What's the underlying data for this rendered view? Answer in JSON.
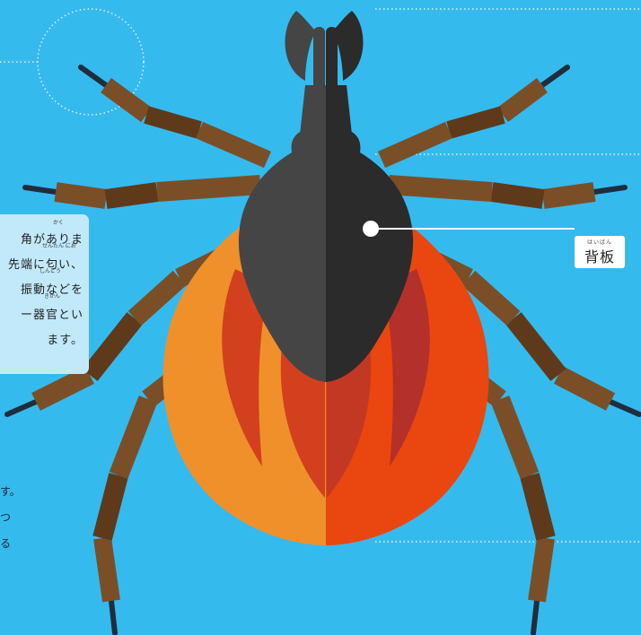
{
  "info_box": {
    "lines": [
      {
        "text": "角がありま",
        "ruby": "かく"
      },
      {
        "text": "先端に匂い、",
        "ruby": "せんたん  にお"
      },
      {
        "text": "振動などを",
        "ruby": "しんどう"
      },
      {
        "text": "ー器官とい",
        "ruby": "きかん"
      },
      {
        "text": "ます。",
        "ruby": ""
      }
    ]
  },
  "label": {
    "ruby": "はいばん",
    "text": "背板"
  },
  "side_text": {
    "lines": [
      "す。",
      "つ",
      "る"
    ]
  },
  "colors": {
    "background": "#35baee",
    "body_orange_left": "#f0902a",
    "body_orange_right": "#e9470f",
    "body_red_left": "#d2401e",
    "body_red_right": "#b4302a",
    "shield_left": "#454545",
    "shield_right": "#2b2b2b",
    "leg_light": "#7a4f28",
    "leg_dark": "#5e3a1b",
    "leg_tip": "#1f2d3d"
  }
}
